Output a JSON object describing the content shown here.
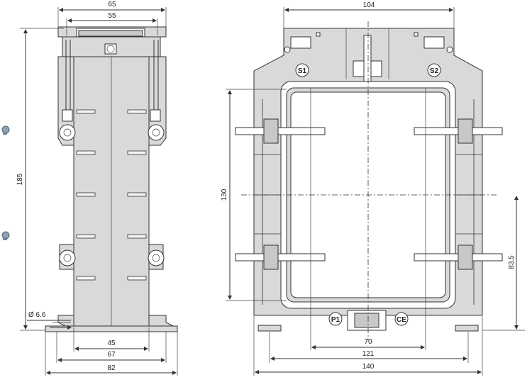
{
  "side_view": {
    "dim_top_outer": "65",
    "dim_top_inner": "55",
    "dim_height": "185",
    "dim_hole": "Ø 6.6",
    "dim_bottom_45": "45",
    "dim_bottom_67": "67",
    "dim_bottom_82": "82"
  },
  "front_view": {
    "dim_top": "104",
    "terminal_s1": "S1",
    "terminal_s2": "S2",
    "terminal_p1": "P1",
    "mark_ce": "CE",
    "dim_window_height": "130",
    "dim_mount_height": "83.5",
    "dim_bottom_70": "70",
    "dim_bottom_121": "121",
    "dim_bottom_140": "140"
  },
  "colors": {
    "body": "#d9d9d9",
    "line": "#333333",
    "screw": "#8fa3b4"
  }
}
